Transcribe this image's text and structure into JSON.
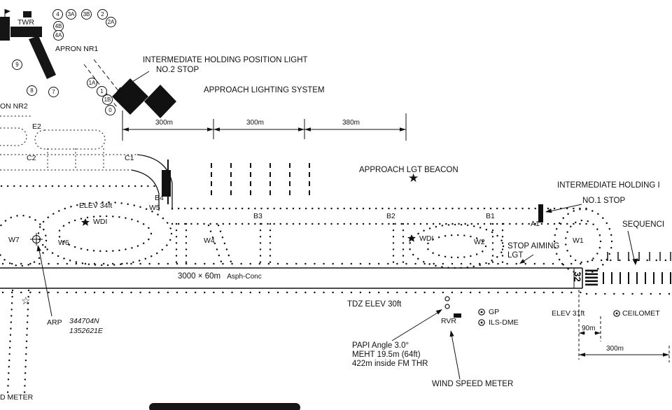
{
  "symbols": {
    "beacon_star": "★",
    "outline_star": "☆"
  },
  "diagram": {
    "twr": "TWR",
    "apron_nr1": "APRON NR1",
    "apron_nr2_cut": "ON NR2",
    "ihp_light_line1": "INTERMEDIATE HOLDING POSITION LIGHT",
    "ihp_light_line2": "NO.2 STOP",
    "approach_lighting_system": "APPROACH LIGHTING SYSTEM",
    "approach_lgt_beacon": "APPROACH LGT BEACON",
    "ihp_right_cut": "INTERMEDIATE HOLDING I",
    "no1_stop": "NO.1 STOP",
    "sequenced_cut": "SEQUENCI",
    "elev_34": "ELEV 34ft",
    "wdi_left": "WDI",
    "wdi_right": "WDI",
    "runway_dim": "3000 × 60m",
    "runway_surface": "Asph-Conc",
    "runway_designator": "32",
    "stop_aiming_line1": "STOP AIMING",
    "stop_aiming_line2": "LGT",
    "tdz_elev": "TDZ ELEV 30ft",
    "rvr": "RVR",
    "gp": "GP",
    "ils_dme": "ILS-DME",
    "elev_31": "ELEV 31ft",
    "ceilometer_cut": "CEILOMET",
    "arp": "ARP",
    "arp_lat": "344704N",
    "arp_lon": "1352621E",
    "papi": "PAPI Angle 3.0°",
    "meht": "MEHT 19.5m (64ft)",
    "thr_distance": "422m inside FM THR",
    "wind_speed_meter": "WIND SPEED METER",
    "d_meter_cut": "D METER"
  },
  "dimensions": {
    "seg1": "300m",
    "seg2": "300m",
    "seg3": "380m",
    "right_90": "90m",
    "right_300": "300m"
  },
  "stand_numbers": [
    {
      "label": "4"
    },
    {
      "label": "3A"
    },
    {
      "label": "3B"
    },
    {
      "label": "2"
    },
    {
      "label": "2A"
    },
    {
      "label": "4B"
    },
    {
      "label": "4A"
    },
    {
      "label": "9"
    },
    {
      "label": "8"
    },
    {
      "label": "7"
    },
    {
      "label": "1A"
    },
    {
      "label": "1"
    },
    {
      "label": "1B"
    },
    {
      "label": "0"
    }
  ],
  "taxiways": [
    {
      "label": "E2"
    },
    {
      "label": "C2"
    },
    {
      "label": "C1"
    },
    {
      "label": "B4"
    },
    {
      "label": "W5"
    },
    {
      "label": "B3"
    },
    {
      "label": "B2"
    },
    {
      "label": "B1"
    },
    {
      "label": "A1"
    },
    {
      "label": "W7"
    },
    {
      "label": "W6"
    },
    {
      "label": "W4"
    },
    {
      "label": "W2"
    },
    {
      "label": "W1"
    }
  ]
}
